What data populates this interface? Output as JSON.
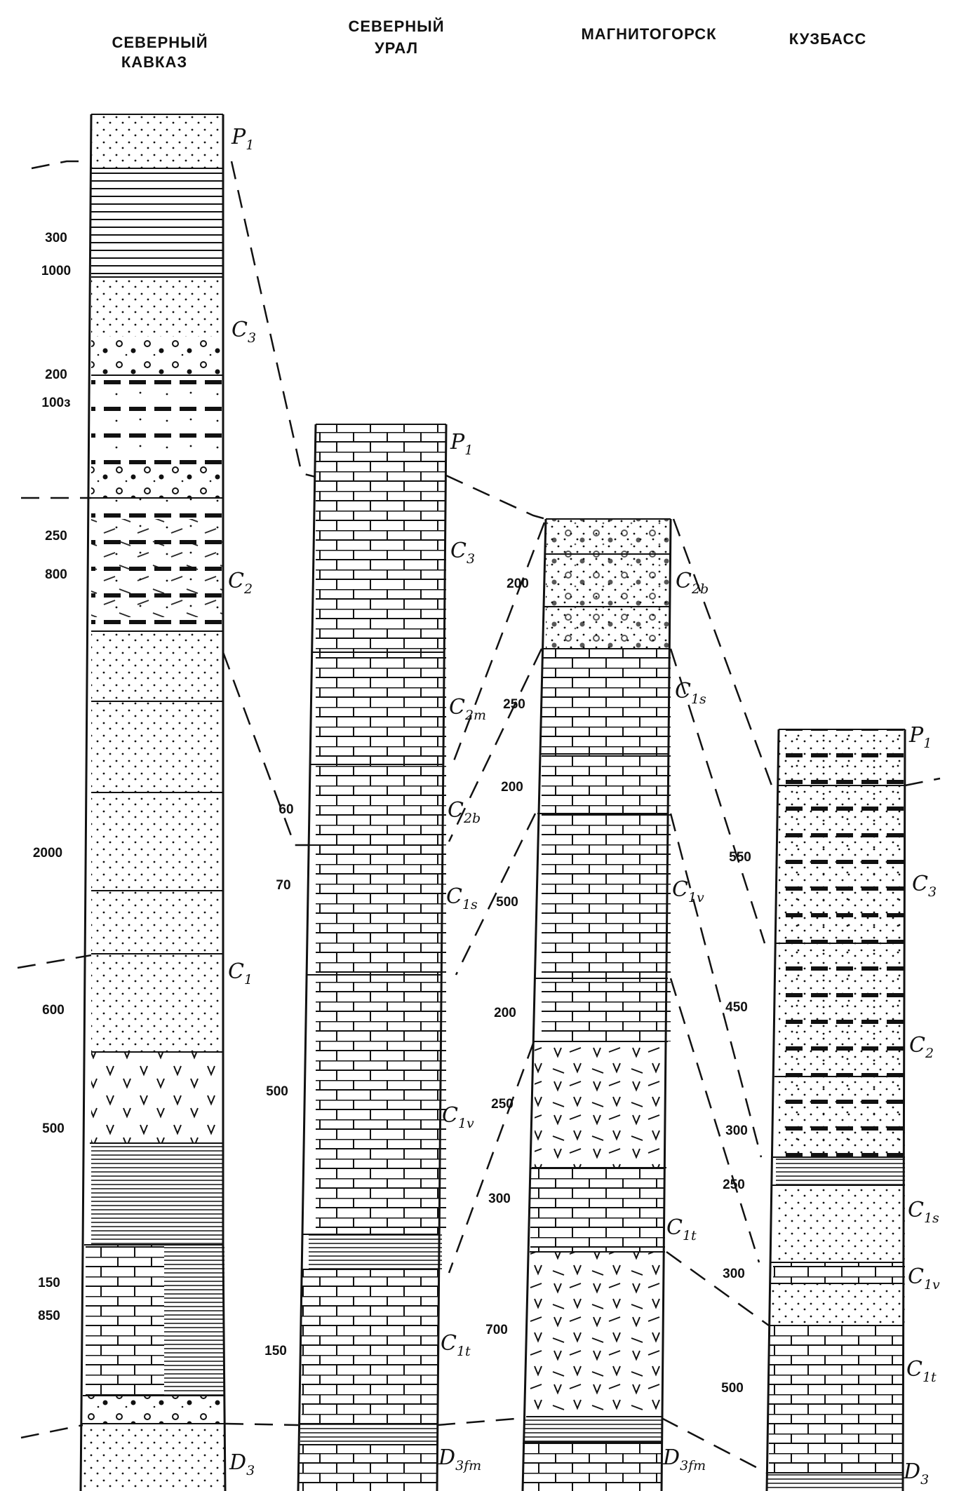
{
  "columns": [
    {
      "id": "n-caucasus",
      "title_line1": "СЕВЕРНЫЙ",
      "title_line2": "КАВКАЗ"
    },
    {
      "id": "n-urals",
      "title_line1": "СЕВЕРНЫЙ",
      "title_line2": "УРАЛ"
    },
    {
      "id": "magnitogorsk",
      "title_line1": "МАГНИТОГОРСК",
      "title_line2": ""
    },
    {
      "id": "kuzbass",
      "title_line1": "КУЗБАСС",
      "title_line2": ""
    }
  ],
  "thickness_labels": {
    "caucasus": [
      "300",
      "1000",
      "200",
      "100з",
      "250",
      "800",
      "2000",
      "600",
      "500",
      "150",
      "850"
    ],
    "urals": [
      "60",
      "70",
      "500",
      "150"
    ],
    "magnitogorsk": [
      "200",
      "250",
      "200",
      "500",
      "200",
      "250",
      "300",
      "700"
    ],
    "kuzbass": [
      "550",
      "450",
      "300",
      "250",
      "300",
      "500"
    ]
  },
  "age_labels": {
    "caucasus": [
      {
        "base": "P",
        "sub": "1"
      },
      {
        "base": "C",
        "sub": "3"
      },
      {
        "base": "C",
        "sub": "2"
      },
      {
        "base": "C",
        "sub": "1"
      },
      {
        "base": "D",
        "sub": "3"
      }
    ],
    "urals": [
      {
        "base": "P",
        "sub": "1"
      },
      {
        "base": "C",
        "sub": "3"
      },
      {
        "base": "C",
        "sub": "2m"
      },
      {
        "base": "C",
        "sub": "2b"
      },
      {
        "base": "C",
        "sub": "1s"
      },
      {
        "base": "C",
        "sub": "1v"
      },
      {
        "base": "C",
        "sub": "1t"
      },
      {
        "base": "D",
        "sub": "3fm"
      }
    ],
    "magnitogorsk": [
      {
        "base": "C",
        "sub": "2b"
      },
      {
        "base": "C",
        "sub": "1s"
      },
      {
        "base": "C",
        "sub": "1v"
      },
      {
        "base": "C",
        "sub": "1t"
      },
      {
        "base": "D",
        "sub": "3fm"
      }
    ],
    "kuzbass": [
      {
        "base": "P",
        "sub": "1"
      },
      {
        "base": "C",
        "sub": "3"
      },
      {
        "base": "C",
        "sub": "2"
      },
      {
        "base": "C",
        "sub": "1s"
      },
      {
        "base": "C",
        "sub": "1v"
      },
      {
        "base": "C",
        "sub": "1t"
      },
      {
        "base": "D",
        "sub": "3"
      }
    ]
  },
  "lithology_patterns": [
    "sandstone-dots",
    "mudstone-lines",
    "conglomerate",
    "coal-dashes",
    "limestone-bricks",
    "volcanic-v",
    "breccia-ticks"
  ],
  "ink_color": "#111111"
}
